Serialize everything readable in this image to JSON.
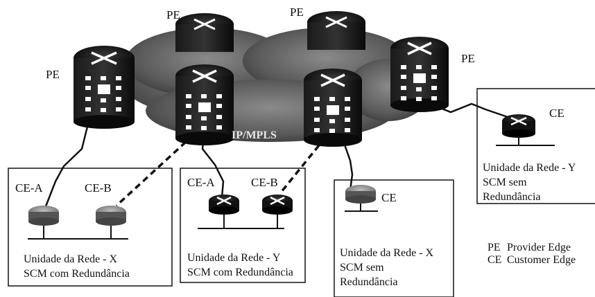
{
  "cloud": {
    "label": "IP/MPLS"
  },
  "pe_labels": {
    "top_left": "PE",
    "top_right": "PE",
    "left": "PE",
    "right": "PE"
  },
  "sites": {
    "site1": {
      "ce_a": "CE-A",
      "ce_b": "CE-B",
      "line1": "Unidade da Rede - X",
      "line2": "SCM com Redundância"
    },
    "site2": {
      "ce_a": "CE-A",
      "ce_b": "CE-B",
      "line1": "Unidade da Rede - Y",
      "line2": "SCM com Redundância"
    },
    "site3": {
      "ce": "CE",
      "line1": "Unidade da Rede - X",
      "line2": "SCM sem",
      "line3": "Redundância"
    },
    "site4": {
      "ce": "CE",
      "line1": "Unidade da Rede - Y",
      "line2": "SCM sem",
      "line3": "Redundância"
    }
  },
  "legend": [
    {
      "abbr": "PE",
      "text": "Provider Edge"
    },
    {
      "abbr": "CE",
      "text": "Customer Edge"
    }
  ]
}
